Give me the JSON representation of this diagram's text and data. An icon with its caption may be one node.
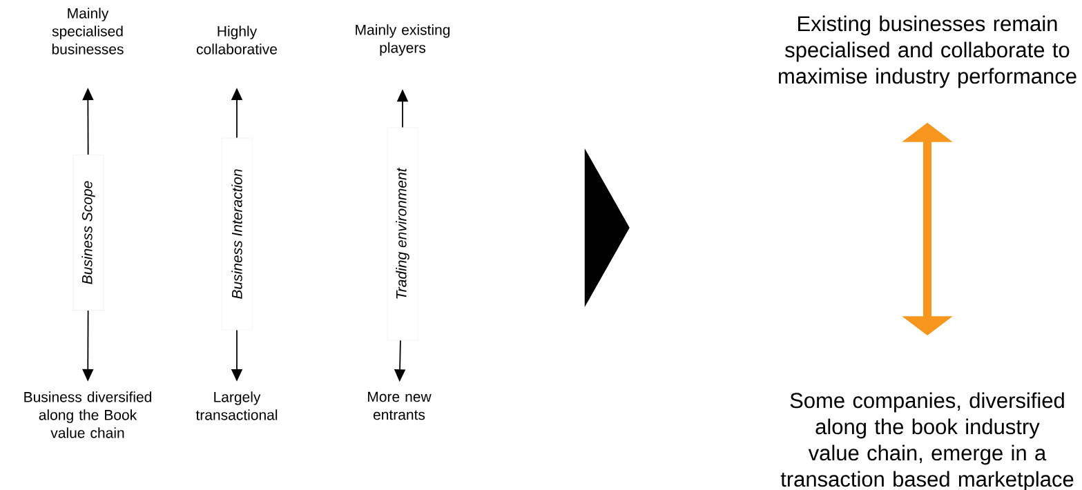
{
  "diagram": {
    "nodes": [
      {
        "text": [
          "Mainly specialised businesses"
        ]
      },
      {
        "text": [
          "Highly collaborative"
        ]
      },
      {
        "text": [
          "Mainly existing players"
        ]
      },
      {
        "text": [
          "Business Scope"
        ]
      },
      {
        "text": [
          "Business Interaction"
        ]
      },
      {
        "text": [
          "Trading environment"
        ]
      },
      {
        "text": [
          "Business diversified along the Book value chain"
        ]
      },
      {
        "text": [
          "Largely transactional"
        ]
      },
      {
        "text": [
          "More new entrants"
        ]
      },
      {
        "text": [],
        "shape": "triangle"
      },
      {
        "text": [
          "Existing businesses remain specialised and collaborate to maximise industry performance"
        ]
      },
      {
        "text": [
          "Some companies, diversified along the book industry value chain, emerge in a transaction based marketplace"
        ]
      }
    ],
    "edges": [
      {
        "from": 3,
        "to": 0,
        "arrow": "to"
      },
      {
        "from": 3,
        "to": 6,
        "arrow": "to"
      },
      {
        "from": 4,
        "to": 1,
        "arrow": "to"
      },
      {
        "from": 4,
        "to": 7,
        "arrow": "to"
      },
      {
        "from": 5,
        "to": 2,
        "arrow": "to"
      },
      {
        "from": 5,
        "to": 8,
        "arrow": "to"
      },
      {
        "from": 10,
        "to": 11,
        "arrow": "both",
        "style": "thick",
        "color": "#f7961e"
      }
    ]
  }
}
